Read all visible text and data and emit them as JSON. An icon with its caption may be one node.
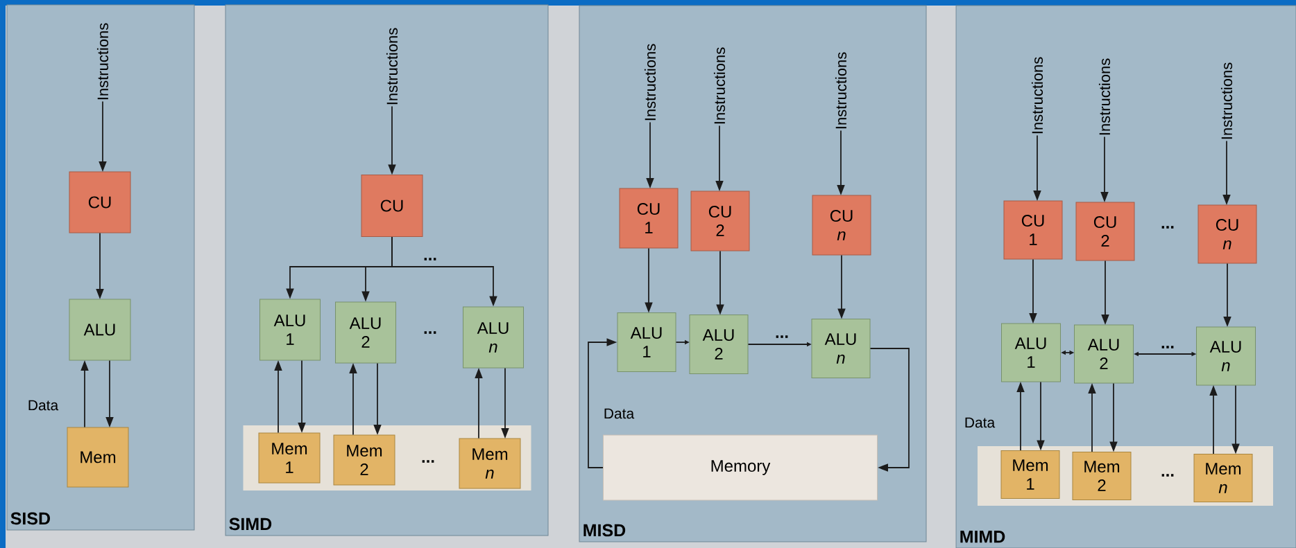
{
  "diagram": {
    "nodes": [
      {
        "text": [
          "SISD"
        ]
      },
      {
        "text": [
          "Instructions"
        ],
        "in": 0
      },
      {
        "text": [
          "CU"
        ],
        "in": 0
      },
      {
        "text": [
          "ALU"
        ],
        "in": 0
      },
      {
        "text": [
          "Mem"
        ],
        "in": 0
      },
      {
        "text": [
          "SIMD"
        ]
      },
      {
        "text": [
          "Instructions"
        ],
        "in": 5
      },
      {
        "text": [
          "CU"
        ],
        "in": 5
      },
      {
        "text": [
          "ALU 1"
        ],
        "in": 5
      },
      {
        "text": [
          "ALU 2"
        ],
        "in": 5
      },
      {
        "text": [
          "ALU *n*"
        ],
        "in": 5
      },
      {
        "text": [],
        "shape": "box",
        "in": 5
      },
      {
        "text": [
          "Mem 1"
        ],
        "in": 11
      },
      {
        "text": [
          "Mem 2"
        ],
        "in": 11
      },
      {
        "text": [
          "Mem *n*"
        ],
        "in": 11
      },
      {
        "text": [
          "MISD"
        ]
      },
      {
        "text": [
          "Instructions"
        ],
        "in": 15
      },
      {
        "text": [
          "Instructions"
        ],
        "in": 15
      },
      {
        "text": [
          "Instructions"
        ],
        "in": 15
      },
      {
        "text": [
          "CU 1"
        ],
        "in": 15
      },
      {
        "text": [
          "CU 2"
        ],
        "in": 15
      },
      {
        "text": [
          "CU *n*"
        ],
        "in": 15
      },
      {
        "text": [
          "ALU 1"
        ],
        "in": 15
      },
      {
        "text": [
          "ALU 2"
        ],
        "in": 15
      },
      {
        "text": [
          "ALU *n*"
        ],
        "in": 15
      },
      {
        "text": [
          "Memory"
        ],
        "in": 15
      },
      {
        "text": [
          "MIMD"
        ]
      },
      {
        "text": [
          "Instructions"
        ],
        "in": 26
      },
      {
        "text": [
          "Instructions"
        ],
        "in": 26
      },
      {
        "text": [
          "Instructions"
        ],
        "in": 26
      },
      {
        "text": [
          "CU 1"
        ],
        "in": 26
      },
      {
        "text": [
          "CU 2"
        ],
        "in": 26
      },
      {
        "text": [
          "CU *n*"
        ],
        "in": 26
      },
      {
        "text": [
          "ALU 1"
        ],
        "in": 26
      },
      {
        "text": [
          "ALU 2"
        ],
        "in": 26
      },
      {
        "text": [
          "ALU *n*"
        ],
        "in": 26
      },
      {
        "text": [],
        "shape": "box",
        "in": 26
      },
      {
        "text": [
          "Mem 1"
        ],
        "in": 36
      },
      {
        "text": [
          "Mem 2"
        ],
        "in": 36
      },
      {
        "text": [
          "Mem *n*"
        ],
        "in": 36
      }
    ],
    "edges": [
      {
        "from": 1,
        "to": 2,
        "arrow": "to"
      },
      {
        "from": 2,
        "to": 3,
        "arrow": "to"
      },
      {
        "from": 4,
        "to": 3,
        "arrow": "to"
      },
      {
        "from": 3,
        "to": 4,
        "arrow": "to"
      },
      {
        "from": 6,
        "to": 7,
        "arrow": "to"
      },
      {
        "from": 7,
        "to": 8,
        "arrow": "to"
      },
      {
        "from": 7,
        "to": 9,
        "arrow": "to"
      },
      {
        "from": 7,
        "to": 10,
        "arrow": "to"
      },
      {
        "from": 12,
        "to": 8,
        "arrow": "to"
      },
      {
        "from": 8,
        "to": 12,
        "arrow": "to"
      },
      {
        "from": 13,
        "to": 9,
        "arrow": "to"
      },
      {
        "from": 9,
        "to": 13,
        "arrow": "to"
      },
      {
        "from": 14,
        "to": 10,
        "arrow": "to"
      },
      {
        "from": 10,
        "to": 14,
        "arrow": "to"
      },
      {
        "from": 16,
        "to": 19,
        "arrow": "to"
      },
      {
        "from": 17,
        "to": 20,
        "arrow": "to"
      },
      {
        "from": 18,
        "to": 21,
        "arrow": "to"
      },
      {
        "from": 19,
        "to": 22,
        "arrow": "to"
      },
      {
        "from": 20,
        "to": 23,
        "arrow": "to"
      },
      {
        "from": 21,
        "to": 24,
        "arrow": "to"
      },
      {
        "from": 22,
        "to": 23,
        "arrow": "to"
      },
      {
        "from": 23,
        "to": 24,
        "arrow": "to"
      },
      {
        "from": 24,
        "to": 25,
        "arrow": "to"
      },
      {
        "from": 25,
        "to": 22,
        "arrow": "to"
      },
      {
        "from": 27,
        "to": 30,
        "arrow": "to"
      },
      {
        "from": 28,
        "to": 31,
        "arrow": "to"
      },
      {
        "from": 29,
        "to": 32,
        "arrow": "to"
      },
      {
        "from": 30,
        "to": 33,
        "arrow": "to"
      },
      {
        "from": 31,
        "to": 34,
        "arrow": "to"
      },
      {
        "from": 32,
        "to": 35,
        "arrow": "to"
      },
      {
        "from": 33,
        "to": 34,
        "arrow": "both"
      },
      {
        "from": 34,
        "to": 35,
        "arrow": "both"
      },
      {
        "from": 37,
        "to": 33,
        "arrow": "to"
      },
      {
        "from": 33,
        "to": 37,
        "arrow": "to"
      },
      {
        "from": 38,
        "to": 34,
        "arrow": "to"
      },
      {
        "from": 34,
        "to": 38,
        "arrow": "to"
      },
      {
        "from": 39,
        "to": 35,
        "arrow": "to"
      },
      {
        "from": 35,
        "to": 39,
        "arrow": "to"
      }
    ],
    "labels": [
      "Data",
      "...",
      "...",
      "...",
      "...",
      "Data",
      "...",
      "...",
      "Data",
      "..."
    ]
  }
}
